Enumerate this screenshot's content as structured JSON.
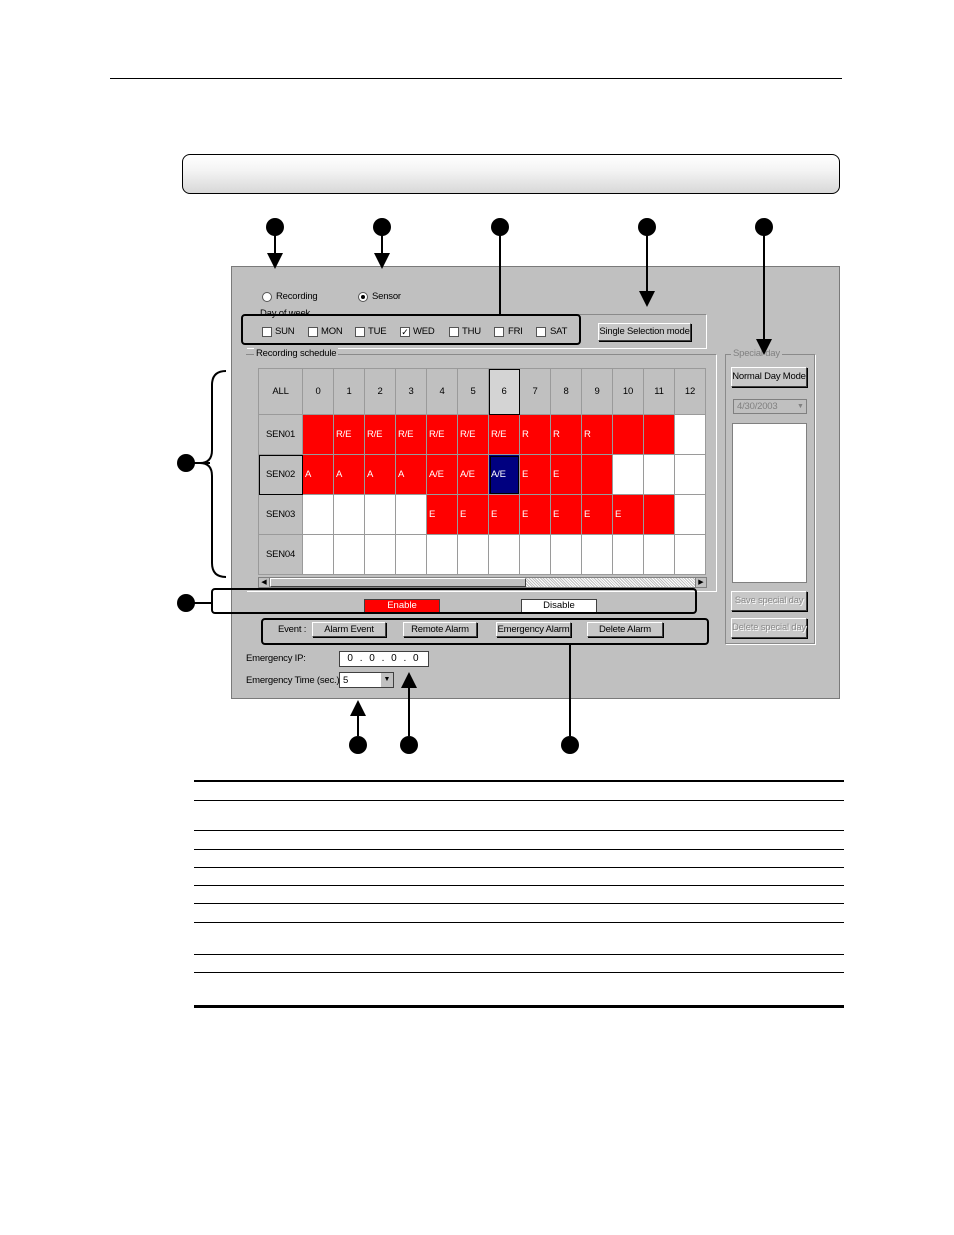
{
  "dialog": {
    "mode_options": [
      {
        "label": "Recording",
        "selected": false
      },
      {
        "label": "Sensor",
        "selected": true
      }
    ],
    "day_of_week_label": "Day of week",
    "days": [
      {
        "label": "SUN",
        "checked": false
      },
      {
        "label": "MON",
        "checked": false
      },
      {
        "label": "TUE",
        "checked": false
      },
      {
        "label": "WED",
        "checked": true
      },
      {
        "label": "THU",
        "checked": false
      },
      {
        "label": "FRI",
        "checked": false
      },
      {
        "label": "SAT",
        "checked": false
      }
    ],
    "single_selection_label": "Single Selection mode",
    "schedule_label": "Recording schedule",
    "grid": {
      "corner": "ALL",
      "hours": [
        "0",
        "1",
        "2",
        "3",
        "4",
        "5",
        "6",
        "7",
        "8",
        "9",
        "10",
        "11",
        "12"
      ],
      "rows": [
        {
          "name": "SEN01",
          "cells": [
            {
              "s": "on",
              "v": ""
            },
            {
              "s": "on",
              "v": "R/E"
            },
            {
              "s": "on",
              "v": "R/E"
            },
            {
              "s": "on",
              "v": "R/E"
            },
            {
              "s": "on",
              "v": "R/E"
            },
            {
              "s": "on",
              "v": "R/E"
            },
            {
              "s": "on",
              "v": "R/E"
            },
            {
              "s": "on",
              "v": "R"
            },
            {
              "s": "on",
              "v": "R"
            },
            {
              "s": "on",
              "v": "R"
            },
            {
              "s": "on",
              "v": ""
            },
            {
              "s": "on",
              "v": ""
            },
            {
              "s": "off",
              "v": ""
            }
          ]
        },
        {
          "name": "SEN02",
          "cells": [
            {
              "s": "on",
              "v": "A"
            },
            {
              "s": "on",
              "v": "A"
            },
            {
              "s": "on",
              "v": "A"
            },
            {
              "s": "on",
              "v": "A"
            },
            {
              "s": "on",
              "v": "A/E"
            },
            {
              "s": "on",
              "v": "A/E"
            },
            {
              "s": "sel",
              "v": "A/E"
            },
            {
              "s": "on",
              "v": "E"
            },
            {
              "s": "on",
              "v": "E"
            },
            {
              "s": "on",
              "v": ""
            },
            {
              "s": "off",
              "v": ""
            },
            {
              "s": "off",
              "v": ""
            },
            {
              "s": "off",
              "v": ""
            }
          ]
        },
        {
          "name": "SEN03",
          "cells": [
            {
              "s": "off",
              "v": ""
            },
            {
              "s": "off",
              "v": ""
            },
            {
              "s": "off",
              "v": ""
            },
            {
              "s": "off",
              "v": ""
            },
            {
              "s": "on",
              "v": "E"
            },
            {
              "s": "on",
              "v": "E"
            },
            {
              "s": "on",
              "v": "E"
            },
            {
              "s": "on",
              "v": "E"
            },
            {
              "s": "on",
              "v": "E"
            },
            {
              "s": "on",
              "v": "E"
            },
            {
              "s": "on",
              "v": "E"
            },
            {
              "s": "on",
              "v": ""
            },
            {
              "s": "off",
              "v": ""
            }
          ]
        },
        {
          "name": "SEN04",
          "cells": [
            {
              "s": "off",
              "v": ""
            },
            {
              "s": "off",
              "v": ""
            },
            {
              "s": "off",
              "v": ""
            },
            {
              "s": "off",
              "v": ""
            },
            {
              "s": "off",
              "v": ""
            },
            {
              "s": "off",
              "v": ""
            },
            {
              "s": "off",
              "v": ""
            },
            {
              "s": "off",
              "v": ""
            },
            {
              "s": "off",
              "v": ""
            },
            {
              "s": "off",
              "v": ""
            },
            {
              "s": "off",
              "v": ""
            },
            {
              "s": "off",
              "v": ""
            },
            {
              "s": "off",
              "v": ""
            }
          ]
        }
      ]
    },
    "enable_label": "Enable",
    "disable_label": "Disable",
    "event_label": "Event :",
    "event_buttons": [
      "Alarm Event",
      "Remote Alarm",
      "Emergency Alarm",
      "Delete Alarm"
    ],
    "emergency_ip_label": "Emergency IP:",
    "emergency_ip_value": "0 . 0 . 0 . 0",
    "emergency_time_label": "Emergency Time (sec.):",
    "emergency_time_value": "5",
    "special_day_label": "Special day",
    "normal_day_mode_label": "Normal Day Mode",
    "special_date_value": "4/30/2003",
    "save_special_label": "Save special day",
    "delete_special_label": "Delete special day"
  },
  "colors": {
    "enabled": "#ff0000",
    "selected": "#000080",
    "dialog_bg": "#c0c0c0"
  }
}
